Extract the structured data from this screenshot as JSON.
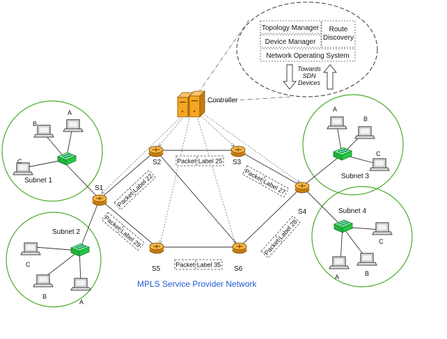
{
  "controller": {
    "label": "Controller"
  },
  "nos": {
    "topology_manager": "Topology Manager",
    "device_manager": "Device Manager",
    "route_discovery_line1": "Route",
    "route_discovery_line2": "Discovery",
    "network_os": "Network Operating System",
    "towards_line1": "Towards",
    "towards_line2": "SDN",
    "towards_line3": "Devices"
  },
  "switches": {
    "s1": "S1",
    "s2": "S2",
    "s3": "S3",
    "s4": "S4",
    "s5": "S5",
    "s6": "S6"
  },
  "subnets": {
    "subnet1": {
      "title": "Subnet 1",
      "hosts": [
        "A",
        "B",
        "C"
      ]
    },
    "subnet2": {
      "title": "Subnet 2",
      "hosts": [
        "C",
        "B",
        "A"
      ]
    },
    "subnet3": {
      "title": "Subnet 3",
      "hosts": [
        "A",
        "B",
        "C"
      ]
    },
    "subnet4": {
      "title": "Subnet 4",
      "hosts": [
        "C",
        "A",
        "B"
      ]
    }
  },
  "packets": {
    "s1_s2": {
      "packet": "Packet",
      "label": "Label 22"
    },
    "s2_s3": {
      "packet": "Packet",
      "label": "Label 25"
    },
    "s3_s4": {
      "packet": "Packet",
      "label": "Label 27"
    },
    "s1_s5": {
      "packet": "Packet",
      "label": "Label 29"
    },
    "s5_s6": {
      "packet": "Packet",
      "label": "Label 35"
    },
    "s4_s6": {
      "packet": "Packet",
      "label": "Label 28"
    }
  },
  "network_caption": "MPLS Service Provider Network",
  "colors": {
    "subnet_circle": "#4aaa2a",
    "router": "#f5a623",
    "switch": "#2fd04a",
    "caption": "#1f5bd6",
    "controller": "#f5a623"
  }
}
